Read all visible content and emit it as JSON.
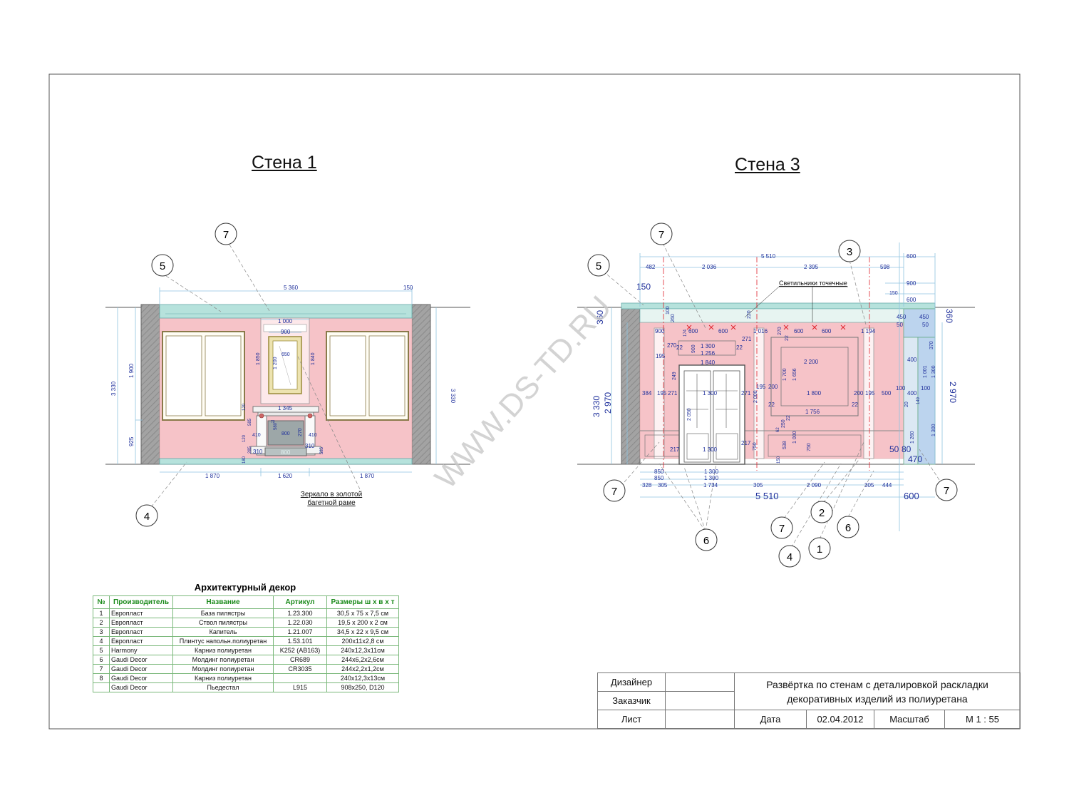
{
  "walls": {
    "wall1": {
      "title": "Стена 1",
      "dims": {
        "top_total": "5 360",
        "top_right": "150",
        "left_total": "3 330",
        "left_upper": "1 900",
        "left_lower": "925",
        "right_total": "3 330",
        "bottom_left": "1 870",
        "bottom_mid": "1 620",
        "bottom_right": "1 870",
        "mirror_frame_w": "1 000",
        "mirror_w": "900",
        "mirror_inner_w": "650",
        "mirror_h_1850": "1 850",
        "mirror_h_1840": "1 840",
        "mirror_h_1200": "1 200",
        "fp_top_w": "1 345",
        "fp_120a": "120",
        "fp_585": "585",
        "fp_580": "580",
        "fp_70": "70",
        "fp_800": "800",
        "fp_270": "270",
        "fp_410a": "410",
        "fp_410b": "410",
        "fp_120b": "120",
        "fp_285": "285",
        "fp_180": "180",
        "fp_310a": "310",
        "fp_800b": "800",
        "fp_310b": "310",
        "fp_585b": "585"
      },
      "caption_line1": "Зеркало в золотой",
      "caption_line2": "багетной раме",
      "callouts": [
        "7",
        "5",
        "4"
      ]
    },
    "wall3": {
      "title": "Стена 3",
      "dims": {
        "top_total": "5 510",
        "top_600a": "600",
        "top_482": "482",
        "top_2036": "2 036",
        "top_2395": "2 395",
        "top_598": "598",
        "lights_label": "Светильники точечные",
        "r_150": "150",
        "r_900": "900",
        "r_600": "600",
        "left_150": "150",
        "left_360": "360",
        "left_3330": "3 330",
        "left_2970": "2 970",
        "right_360": "360",
        "right_2970": "2 970",
        "d_900": "900",
        "d_260": "260",
        "d_100": "100",
        "d_600a": "600",
        "d_600b": "600",
        "d_174": "174",
        "d_220": "220",
        "d_1016": "1 016",
        "d_270a": "270",
        "d_22a": "22",
        "d_600c": "600",
        "d_600d": "600",
        "d_1194": "1 194",
        "d_450a": "450",
        "d_450b": "450",
        "d_50a": "50",
        "d_50b": "50",
        "d_370": "370",
        "d_270b": "270",
        "d_22b": "22",
        "d_900b": "900",
        "d_1300a": "1 300",
        "d_22c": "22",
        "d_271a": "271",
        "d_1256": "1 256",
        "d_1840": "1 840",
        "d_195a": "195",
        "d_249": "249",
        "d_2200": "2 200",
        "d_384": "384",
        "d_195b": "195",
        "d_271b": "271",
        "d_1300b": "1 300",
        "d_271c": "271",
        "d_195c": "195",
        "d_200a": "200",
        "d_2000": "2 000",
        "d_1700": "1 700",
        "d_1656": "1 656",
        "d_1800": "1 800",
        "d_200b": "200",
        "d_195d": "195",
        "d_500": "500",
        "d_100a": "100",
        "d_400a": "400",
        "d_400b": "400",
        "d_100b": "100",
        "d_1001": "1 001",
        "d_1300c": "1 300",
        "d_22d": "22",
        "d_22e": "22",
        "d_1756": "1 756",
        "d_2050": "2 050",
        "d_62": "62",
        "d_250": "250",
        "d_22f": "22",
        "d_20": "20",
        "d_149": "149",
        "d_217a": "217",
        "d_1300d": "1 300",
        "d_217b": "217",
        "d_750a": "750",
        "d_538": "538",
        "d_1000": "1 000",
        "d_750b": "750",
        "d_150": "150",
        "d_1260": "1 260",
        "d_1300e": "1 300",
        "d_50c": "50",
        "d_80": "80",
        "d_470": "470",
        "b_850a": "850",
        "b_1300a": "1 300",
        "b_850b": "850",
        "b_1300b": "1 300",
        "b_328": "328",
        "b_305a": "305",
        "b_1734": "1 734",
        "b_305b": "305",
        "b_2090": "2 090",
        "b_305c": "305",
        "b_444": "444",
        "b_total": "5 510",
        "b_600": "600"
      },
      "callouts": [
        "7",
        "5",
        "3",
        "7",
        "6",
        "7",
        "2",
        "6",
        "4",
        "1",
        "7"
      ]
    }
  },
  "watermark": "WWW.DS-TD.RU",
  "decor": {
    "title": "Архитектурный декор",
    "headers": [
      "№",
      "Производитель",
      "Название",
      "Артикул",
      "Размеры ш х в х т"
    ],
    "rows": [
      [
        "1",
        "Европласт",
        "База пилястры",
        "1.23.300",
        "30,5 х 75 х 7,5 см"
      ],
      [
        "2",
        "Европласт",
        "Ствол пилястры",
        "1.22.030",
        "19,5 х 200 х 2 см"
      ],
      [
        "3",
        "Европласт",
        "Капитель",
        "1.21.007",
        "34,5 х 22 х 9,5 см"
      ],
      [
        "4",
        "Европласт",
        "Плинтус напольн.полиуретан",
        "1.53.101",
        "200х11х2,8 см"
      ],
      [
        "5",
        "Harmony",
        "Карниз полиуретан",
        "K252 (AB163)",
        "240х12,3х11см"
      ],
      [
        "6",
        "Gaudi Decor",
        "Молдинг полиуретан",
        "CR689",
        "244х6,2х2,6см"
      ],
      [
        "7",
        "Gaudi Decor",
        "Молдинг полиуретан",
        "CR3035",
        "244х2,2х1,2см"
      ],
      [
        "8",
        "Gaudi Decor",
        "Карниз полиуретан",
        "",
        "240х12,3х13см"
      ],
      [
        "",
        "Gaudi Decor",
        "Пьедестал",
        "L915",
        "908x250, D120"
      ]
    ]
  },
  "titleblock": {
    "designer_label": "Дизайнер",
    "client_label": "Заказчик",
    "sheet_label": "Лист",
    "title_line1": "Развёртка по стенам с деталировкой раскладки",
    "title_line2": "декоративных изделий из полиуретана",
    "date_label": "Дата",
    "date_value": "02.04.2012",
    "scale_label": "Масштаб",
    "scale_value": "М 1 : 55"
  },
  "colors": {
    "wall_pink": "#f6c3c8",
    "cornice_teal": "#b6e2dc",
    "dim_blue": "#1e2f9b",
    "construction_red": "#e0202a",
    "column_grey": "#9a9a9a",
    "table_green": "#1b8a1b",
    "glass_blue": "#bcd4ee"
  }
}
